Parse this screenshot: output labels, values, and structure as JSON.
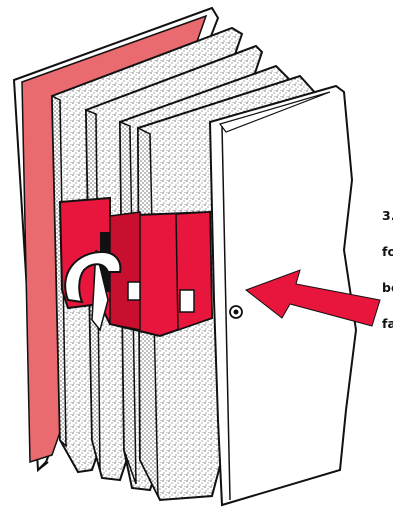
{
  "caption": {
    "lines": [
      "3.",
      "fo",
      "be",
      "fa"
    ]
  },
  "colors": {
    "accent": "#e8163c",
    "panel": "#e96a6f",
    "outline": "#111111",
    "paper": "#ffffff"
  },
  "icons": {
    "arrow": "push-arrow-icon",
    "hook": "hook-latch-icon"
  }
}
